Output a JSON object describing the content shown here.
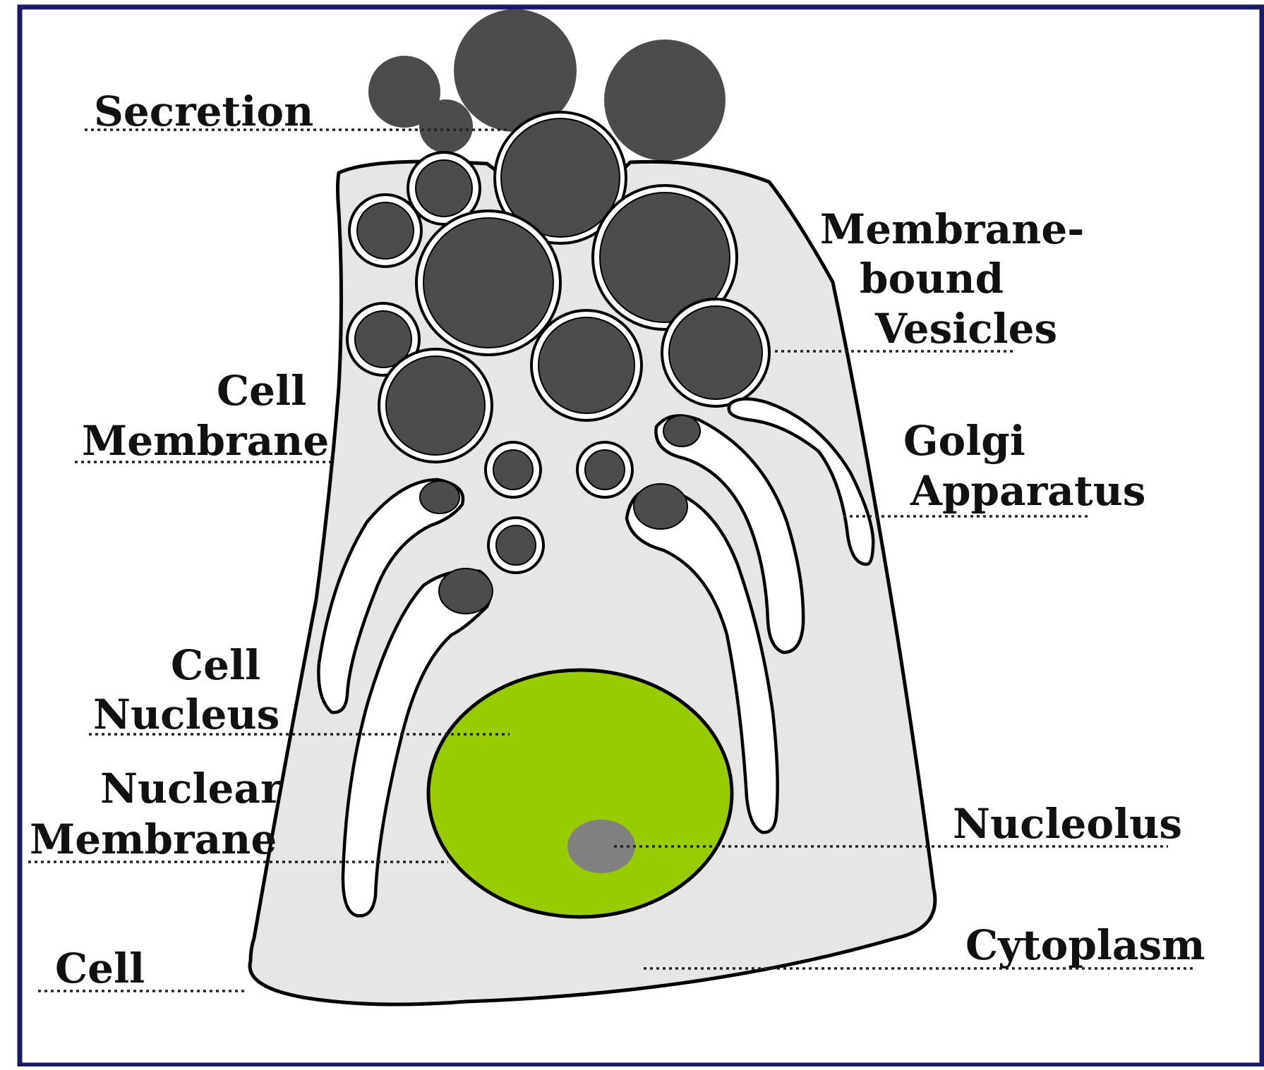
{
  "labels": {
    "secretion": "Secretion",
    "membrane_bound_vesicles": [
      "Membrane-",
      "bound",
      "Vesicles"
    ],
    "cell_membrane": [
      "Cell",
      "Membrane"
    ],
    "golgi_apparatus": [
      "Golgi",
      "Apparatus"
    ],
    "cell_nucleus": [
      "Cell",
      "Nucleus"
    ],
    "nuclear_membrane": [
      "Nuclear",
      "Membrane"
    ],
    "nucleolus": "Nucleolus",
    "cytoplasm": "Cytoplasm",
    "cell": "Cell"
  },
  "colors": {
    "frame": "#1a1a66",
    "cytoplasm": "#e6e6e6",
    "vesicle": "#4c4c4c",
    "nucleus": "#99cc00",
    "nucleolus": "#808080",
    "golgi": "#ffffff"
  }
}
